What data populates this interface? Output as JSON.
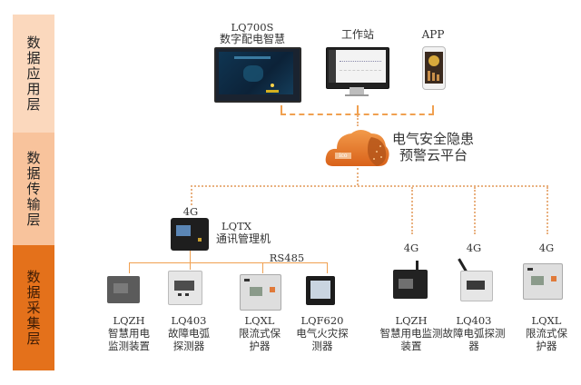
{
  "layers": [
    {
      "label": "数据应用层"
    },
    {
      "label": "数据传输层"
    },
    {
      "label": "数据采集层"
    }
  ],
  "application": {
    "display": {
      "model": "LQ700S",
      "name": "数字配电智慧"
    },
    "workstation": {
      "name": "工作站"
    },
    "app": {
      "name": "APP"
    }
  },
  "cloud": {
    "line1": "电气安全隐患",
    "line2": "预警云平台",
    "logo": "ico"
  },
  "gateway": {
    "network": "4G",
    "model": "LQTX",
    "name": "通讯管理机"
  },
  "bus_label": "RS485",
  "wired_devices": [
    {
      "model": "LQZH",
      "name_lines": [
        "智慧用电",
        "监测装置"
      ]
    },
    {
      "model": "LQ403",
      "name_lines": [
        "故障电弧",
        "探测器"
      ]
    },
    {
      "model": "LQXL",
      "name_lines": [
        "限流式保",
        "护器"
      ]
    },
    {
      "model": "LQF620",
      "name_lines": [
        "电气火灾探",
        "测器"
      ]
    }
  ],
  "wireless_devices": [
    {
      "network": "4G",
      "model": "LQZH",
      "name_lines": [
        "智慧用电监测",
        "装置"
      ]
    },
    {
      "network": "4G",
      "model": "LQ403",
      "name_lines": [
        "故障电弧探测",
        "器"
      ]
    },
    {
      "network": "4G",
      "model": "LQXL",
      "name_lines": [
        "限流式保",
        "护器"
      ]
    }
  ],
  "colors": {
    "layer_app": "#fbd8bd",
    "layer_transport": "#f8c39c",
    "layer_collect": "#e4711b",
    "connector": "#f0a050",
    "cloud": "#e8792a"
  }
}
